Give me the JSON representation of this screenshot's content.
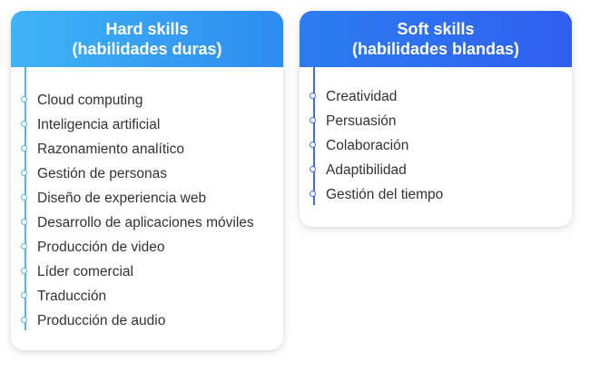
{
  "hard_skills": {
    "title_line1": "Hard skills",
    "title_line2": "(habilidades duras)",
    "accent": "#3fb3f5",
    "items": [
      "Cloud computing",
      "Inteligencia artificial",
      "Razonamiento analítico",
      "Gestión de personas",
      "Diseño de experiencia web",
      "Desarrollo de aplicaciones móviles",
      "Producción de video",
      "Líder comercial",
      "Traducción",
      "Producción de audio"
    ]
  },
  "soft_skills": {
    "title_line1": "Soft skills",
    "title_line2": "(habilidades blandas)",
    "accent": "#2f5ff0",
    "items": [
      "Creatividad",
      "Persuasión",
      "Colaboración",
      "Adaptibilidad",
      "Gestión del tiempo"
    ]
  }
}
